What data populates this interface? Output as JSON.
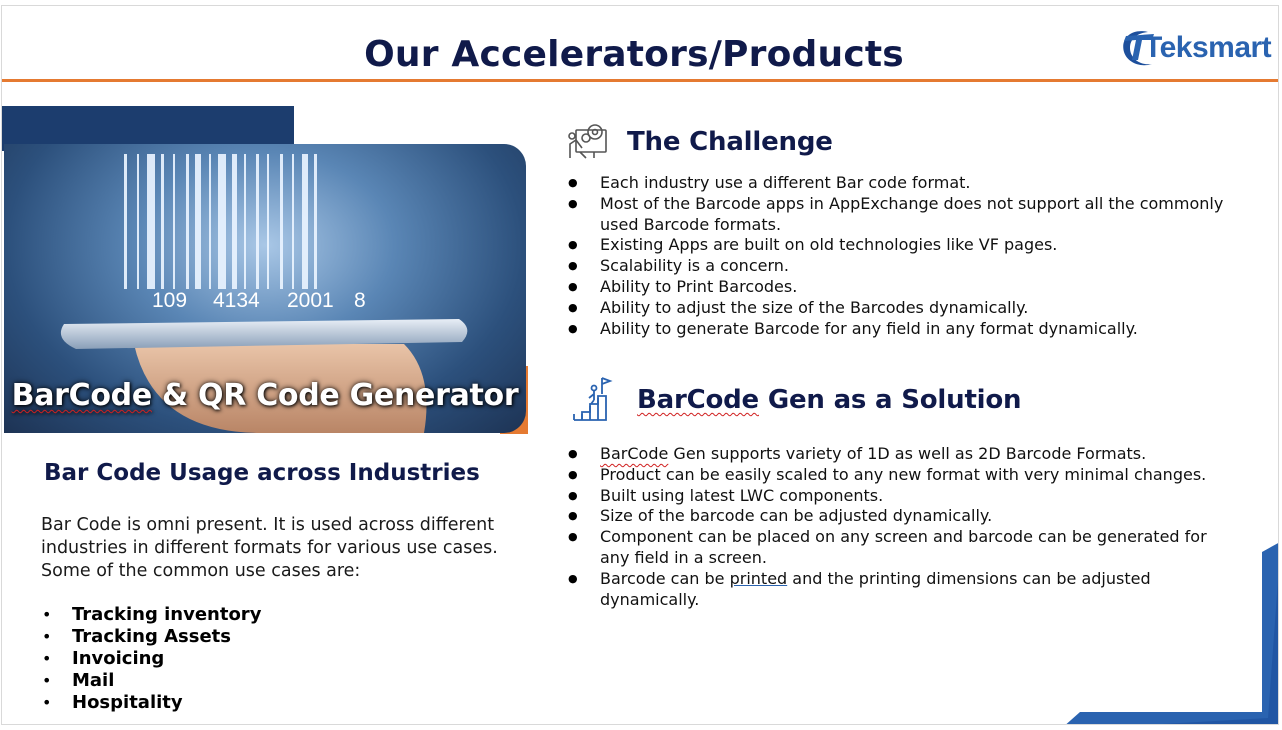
{
  "slide": {
    "title": "Our Accelerators/Products",
    "logo_text": "Teksmart",
    "logo_icon": "teksmart-swirl-logo",
    "hero": {
      "label_part1": "BarCode",
      "label_part2": " & QR Code Generator",
      "barcode_digits": [
        "109",
        "4134",
        "2001",
        "8"
      ]
    },
    "usage": {
      "heading": "Bar Code Usage across Industries",
      "intro": "Bar Code is omni present.  It is used across different industries in different formats for various use cases.  Some of the common use cases are:",
      "items": [
        "Tracking inventory",
        "Tracking Assets",
        "Invoicing",
        "Mail",
        "Hospitality"
      ]
    },
    "challenge": {
      "heading": "The Challenge",
      "icon": "gears-presentation-icon",
      "items": [
        "Each industry use a different Bar code format.",
        "Most of the Barcode apps in AppExchange does not support all the commonly used Barcode formats.",
        "Existing Apps are built on old technologies like VF pages.",
        "Scalability is a concern.",
        "Ability to Print Barcodes.",
        "Ability to adjust the size of the Barcodes dynamically.",
        "Ability to generate Barcode for any field in any format dynamically."
      ]
    },
    "solution": {
      "heading_part1": "BarCode",
      "heading_part2": " Gen as a Solution",
      "icon": "climbing-stairs-flag-icon",
      "items": {
        "s0_a": "BarCode",
        "s0_b": " Gen supports variety of 1D as well as 2D Barcode Formats.",
        "s1": "Product can be easily scaled to any new format with very minimal changes.",
        "s2": "Built using latest LWC components.",
        "s3": "Size of the barcode can be adjusted dynamically.",
        "s4": "Component can be placed on any screen and barcode can be generated for any field in a screen.",
        "s5_a": "Barcode can be ",
        "s5_b": "printed",
        "s5_c": " and the printing dimensions can be adjusted dynamically."
      }
    },
    "colors": {
      "navy_heading": "#101a4a",
      "accent_orange": "#e57a31",
      "accent_blue": "#2a63b0",
      "dark_navy_block": "#1c3d6e"
    }
  }
}
